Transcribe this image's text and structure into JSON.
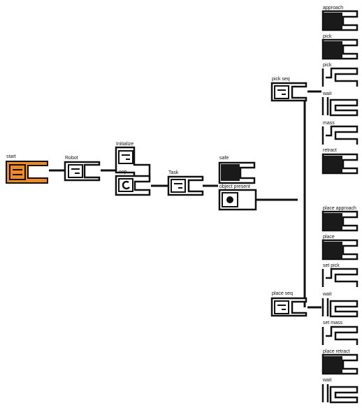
{
  "colors": {
    "stroke": "#111111",
    "fill_dark": "#1a1a1a",
    "accent": "#f08a24",
    "background": "#ffffff"
  },
  "nodes": {
    "start": "start",
    "robot": "Robot",
    "initialize": "Initialize",
    "loop": "Loop",
    "task": "Task",
    "safe": "safe",
    "object_present": "object present",
    "pick_seq": "pick seq",
    "place_seq": "place seq"
  },
  "pick_seq_children": [
    "approach",
    "pick",
    "pick",
    "wait",
    "mass",
    "retract"
  ],
  "place_seq_children": [
    "place approach",
    "place",
    "set pick",
    "wait",
    "set mass",
    "place retract",
    "wait"
  ],
  "icons": {
    "start": "sequence-icon",
    "robot": "sequence-icon",
    "initialize": "sequence-icon",
    "loop": "loop-icon",
    "task": "sequence-icon",
    "safe": "action-icon",
    "object_present": "condition-icon",
    "pick_seq": "sequence-icon",
    "place_seq": "sequence-icon"
  }
}
